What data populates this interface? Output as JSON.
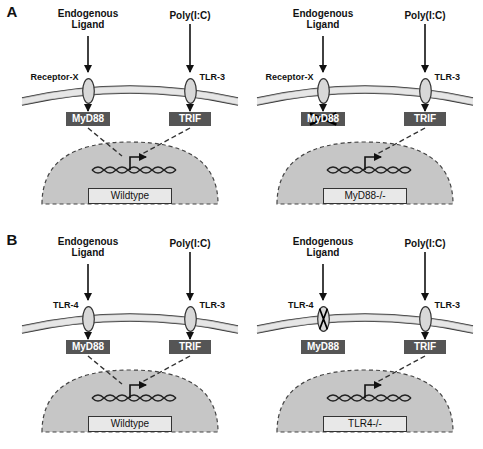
{
  "diagram": {
    "nodes": [
      {
        "text": [
          "Receptor-X"
        ]
      },
      {
        "text": [
          "TLR-3"
        ]
      },
      {
        "text": [
          "MyD88"
        ]
      },
      {
        "text": [
          "TRIF"
        ]
      },
      {
        "text": [
          "Wildtype"
        ]
      },
      {
        "text": [
          "Receptor-X"
        ]
      },
      {
        "text": [
          "TLR-3"
        ]
      },
      {
        "text": [
          "MyD88"
        ]
      },
      {
        "text": [
          "TRIF"
        ]
      },
      {
        "text": [
          "MyD88-/-"
        ]
      },
      {
        "text": [
          "TLR-4"
        ]
      },
      {
        "text": [
          "TLR-3"
        ]
      },
      {
        "text": [
          "MyD88"
        ]
      },
      {
        "text": [
          "TRIF"
        ]
      },
      {
        "text": [
          "Wildtype"
        ]
      },
      {
        "text": [
          "TLR-4"
        ]
      },
      {
        "text": [
          "TLR-3"
        ]
      },
      {
        "text": [
          "MyD88"
        ]
      },
      {
        "text": [
          "TRIF"
        ]
      },
      {
        "text": [
          "TLR4-/-"
        ]
      }
    ],
    "edges": [
      {
        "from": 0,
        "to": 2,
        "arrow": "to"
      },
      {
        "from": 1,
        "to": 3,
        "arrow": "to"
      },
      {
        "from": 5,
        "to": 7,
        "arrow": "to"
      },
      {
        "from": 6,
        "to": 8,
        "arrow": "to"
      },
      {
        "from": 10,
        "to": 12,
        "arrow": "to"
      },
      {
        "from": 11,
        "to": 13,
        "arrow": "to"
      },
      {
        "from": 16,
        "to": 18,
        "arrow": "to"
      }
    ],
    "labels": [
      "A",
      "Endogenous Ligand",
      "Poly(I:C)",
      "Endogenous Ligand",
      "Poly(I:C)",
      "B",
      "Endogenous Ligand",
      "Poly(I:C)",
      "Endogenous Ligand",
      "Poly(I:C)"
    ]
  }
}
